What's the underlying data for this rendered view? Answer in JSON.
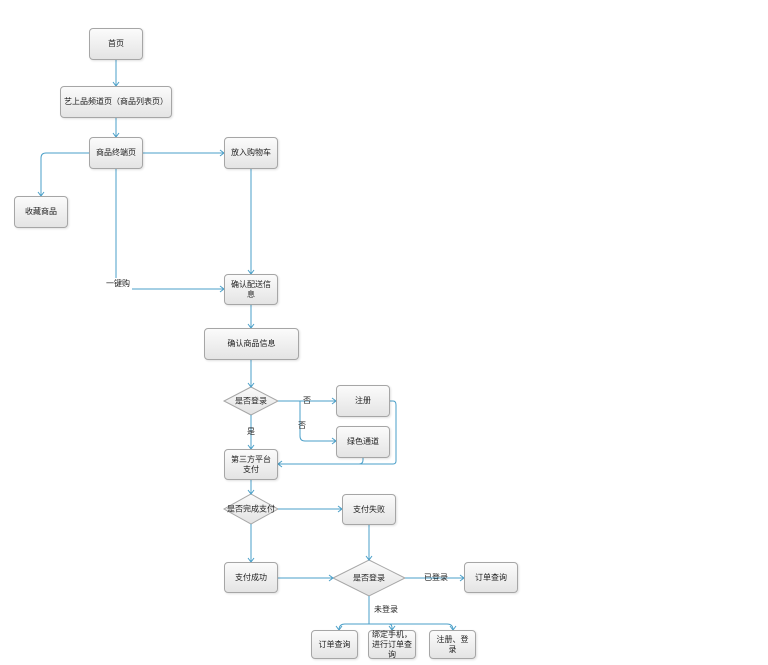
{
  "nodes": {
    "home": "首页",
    "channel": "艺上品频道页（商品列表页）",
    "detail": "商品终端页",
    "cart": "放入购物车",
    "favorite": "收藏商品",
    "confirm_delivery": "确认配送信息",
    "confirm_goods": "确认商品信息",
    "register": "注册",
    "green_channel": "绿色通道",
    "third_pay": "第三方平台支付",
    "pay_fail": "支付失败",
    "pay_success": "支付成功",
    "order_query_right": "订单查询",
    "order_query_bottom": "订单查询",
    "bind_phone": "绑定手机，进行订单查询",
    "register_login": "注册、登录"
  },
  "decisions": {
    "is_logged_in": "是否登录",
    "is_paid": "是否完成支付",
    "is_logged_in_2": "是否登录"
  },
  "edge_labels": {
    "one_click": "一键购",
    "no_1": "否",
    "no_2": "否",
    "yes": "是",
    "logged_in": "已登录",
    "not_logged_in": "未登录"
  }
}
